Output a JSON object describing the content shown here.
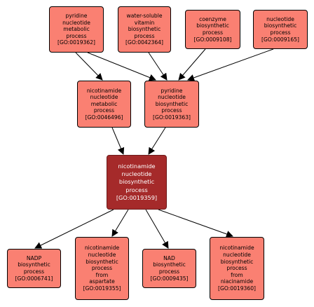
{
  "colors": {
    "node_fill": "#fa8072",
    "focus_fill": "#a52a2a",
    "focus_text": "#ffffff",
    "edge": "#000000"
  },
  "nodes": {
    "pyridine_metabolic": {
      "lines": [
        "pyridine",
        "nucleotide",
        "metabolic",
        "process"
      ],
      "id": "[GO:0019362]"
    },
    "water_soluble": {
      "lines": [
        "water-soluble",
        "vitamin",
        "biosynthetic",
        "process"
      ],
      "id": "[GO:0042364]"
    },
    "coenzyme": {
      "lines": [
        "coenzyme",
        "biosynthetic",
        "process"
      ],
      "id": "[GO:0009108]"
    },
    "nucleotide_bio": {
      "lines": [
        "nucleotide",
        "biosynthetic",
        "process"
      ],
      "id": "[GO:0009165]"
    },
    "nicotinamide_metabolic": {
      "lines": [
        "nicotinamide",
        "nucleotide",
        "metabolic",
        "process"
      ],
      "id": "[GO:0046496]"
    },
    "pyridine_bio": {
      "lines": [
        "pyridine",
        "nucleotide",
        "biosynthetic",
        "process"
      ],
      "id": "[GO:0019363]"
    },
    "focus": {
      "lines": [
        "nicotinamide",
        "nucleotide",
        "biosynthetic",
        "process"
      ],
      "id": "[GO:0019359]"
    },
    "nadp": {
      "lines": [
        "NADP",
        "biosynthetic",
        "process"
      ],
      "id": "[GO:0006741]"
    },
    "from_aspartate": {
      "lines": [
        "nicotinamide",
        "nucleotide",
        "biosynthetic",
        "process",
        "from",
        "aspartate"
      ],
      "id": "[GO:0019355]"
    },
    "nad": {
      "lines": [
        "NAD",
        "biosynthetic",
        "process"
      ],
      "id": "[GO:0009435]"
    },
    "from_niacinamide": {
      "lines": [
        "nicotinamide",
        "nucleotide",
        "biosynthetic",
        "process",
        "from",
        "niacinamide"
      ],
      "id": "[GO:0019360]"
    }
  }
}
